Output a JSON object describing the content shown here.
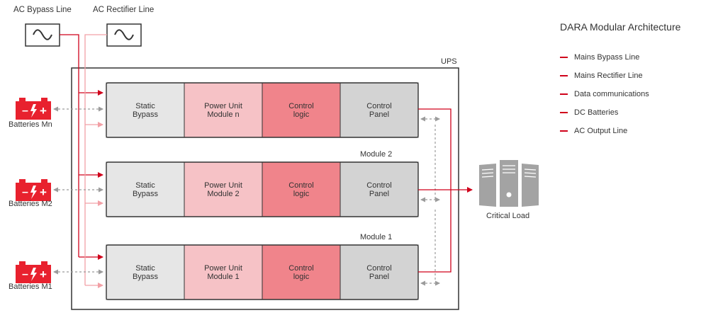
{
  "header": {
    "title": "DARA Modular Architecture"
  },
  "sources": {
    "bypass_label": "AC Bypass Line",
    "rectifier_label": "AC Rectifier Line",
    "bypass_icon": "ac-sine-icon",
    "rectifier_icon": "ac-sine-icon"
  },
  "ups": {
    "label": "UPS"
  },
  "modules": [
    {
      "label": "",
      "cells": [
        "Static\nBypass",
        "Power Unit\nModule n",
        "Control\nlogic",
        "Control\nPanel"
      ],
      "battery_label": "Batteries Mn"
    },
    {
      "label": "Module 2",
      "cells": [
        "Static\nBypass",
        "Power Unit\nModule 2",
        "Control\nlogic",
        "Control\nPanel"
      ],
      "battery_label": "Batteries M2"
    },
    {
      "label": "Module 1",
      "cells": [
        "Static\nBypass",
        "Power Unit\nModule 1",
        "Control\nlogic",
        "Control\nPanel"
      ],
      "battery_label": "Batteries M1"
    }
  ],
  "battery_symbol": {
    "minus": "–",
    "plus": "+",
    "icon": "battery-icon"
  },
  "load": {
    "label": "Critical Load",
    "icon": "server-rack-icon"
  },
  "legend": [
    {
      "label": "Mains Bypass Line",
      "color": "#d0021b"
    },
    {
      "label": "Mains Rectifier Line",
      "color": "#d0021b"
    },
    {
      "label": "Data communications",
      "color": "#d0021b"
    },
    {
      "label": "DC Batteries",
      "color": "#d0021b"
    },
    {
      "label": "AC Output Line",
      "color": "#d0021b"
    }
  ],
  "colors": {
    "line_red": "#d0021b",
    "line_pink": "#f2a0a6",
    "data_grey": "#9b9b9b",
    "cell_static": "#e6e6e6",
    "cell_power": "#f6c2c6",
    "cell_logic": "#f0848b",
    "cell_panel": "#d3d3d3",
    "battery_red": "#e8212e"
  }
}
